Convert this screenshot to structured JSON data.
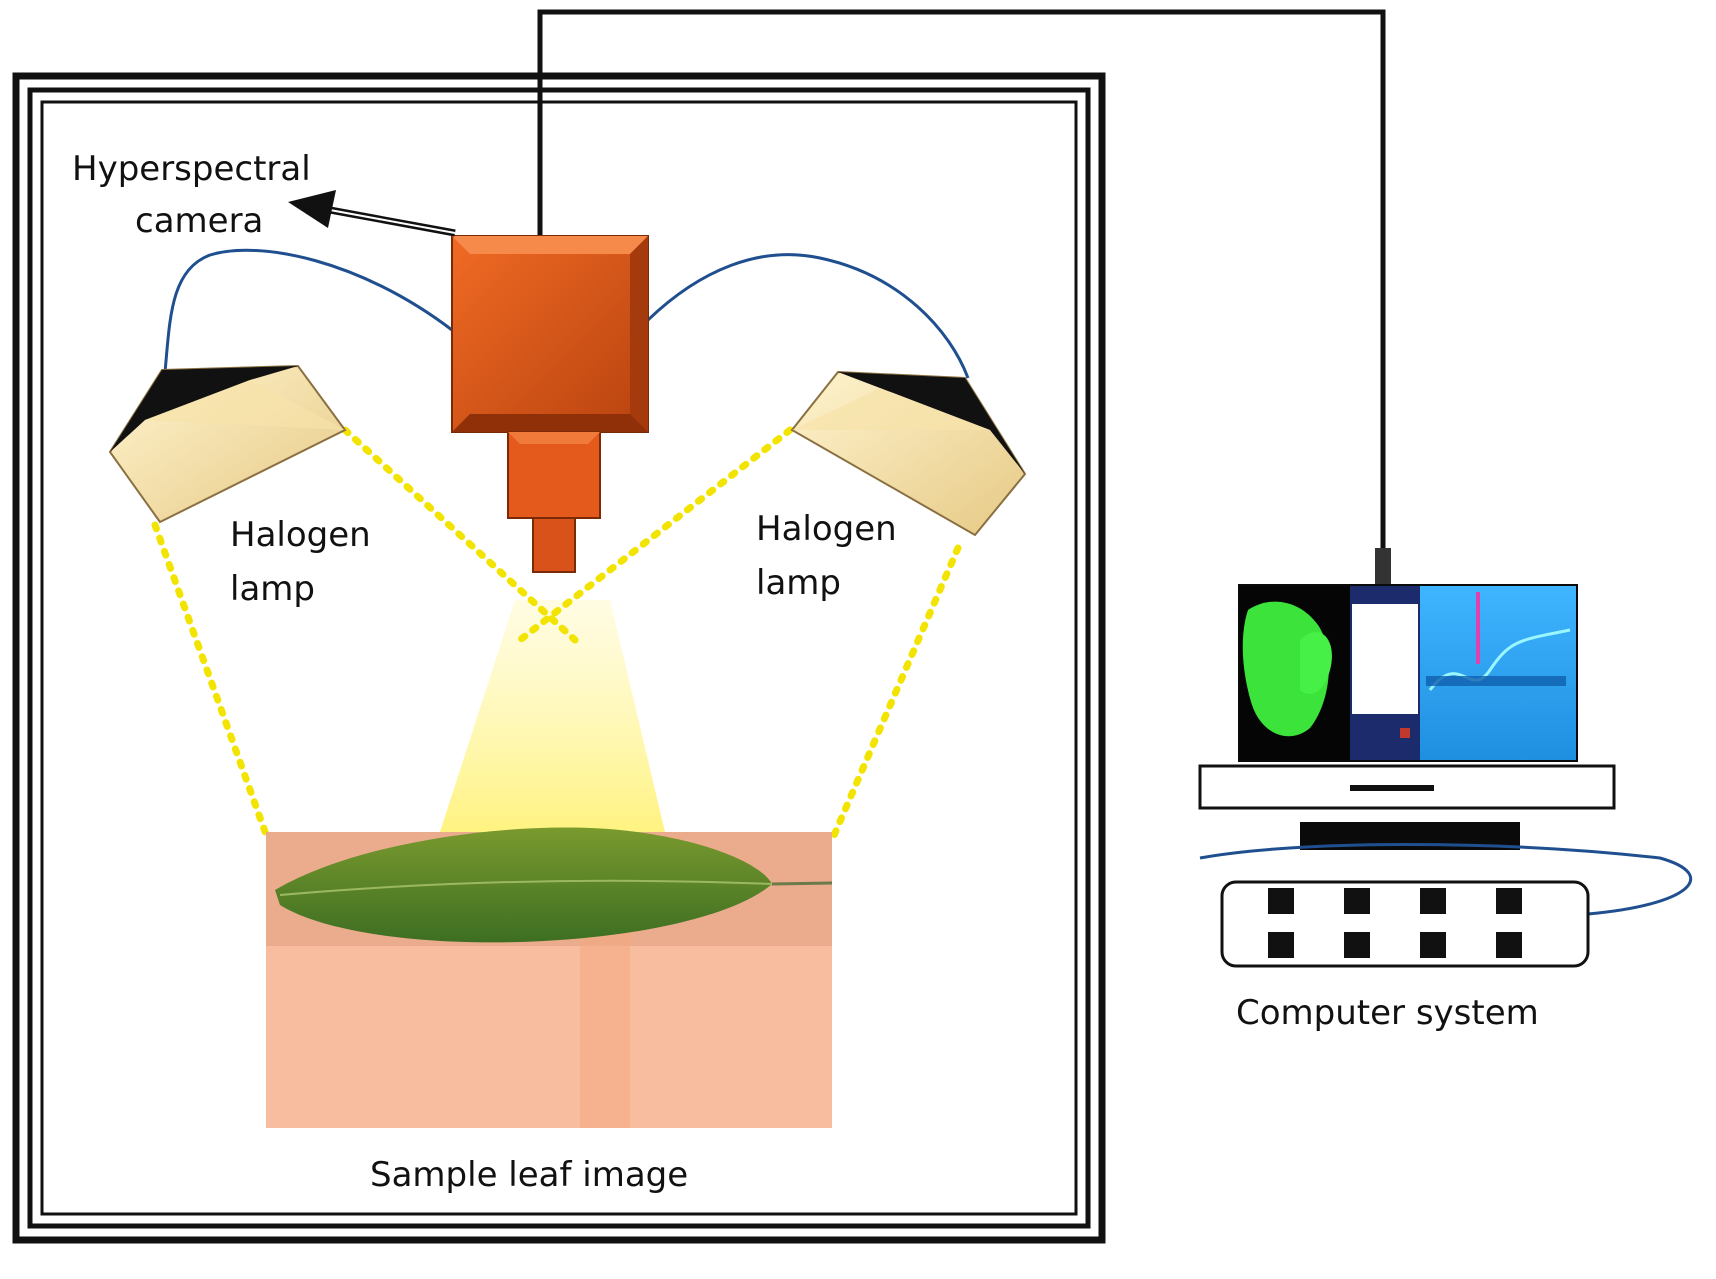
{
  "labels": {
    "camera": [
      "Hyperspectral",
      "camera"
    ],
    "lamp_left": [
      "Halogen",
      "lamp"
    ],
    "lamp_right": [
      "Halogen",
      "lamp"
    ],
    "sample": "Sample leaf image",
    "computer": "Computer system"
  },
  "colors": {
    "frame": "#111111",
    "camera_body": "#e0571a",
    "camera_dark": "#a8380b",
    "lamp_face": "#f2dda0",
    "lamp_back": "#111111",
    "cable": "#1f4f8f",
    "light_dots": "#f2e400",
    "light_beam": "#fff59a",
    "tray": "#f6b79a",
    "leaf": "#5b8a2c",
    "screen_left": "#000000",
    "screen_leaf": "#3be33b",
    "screen_right": "#2aa3f0"
  },
  "icons": {
    "camera": "hyperspectral-camera-icon",
    "lamp": "halogen-lamp-icon",
    "leaf": "leaf-icon",
    "monitor": "monitor-icon",
    "keyboard": "keyboard-icon"
  }
}
